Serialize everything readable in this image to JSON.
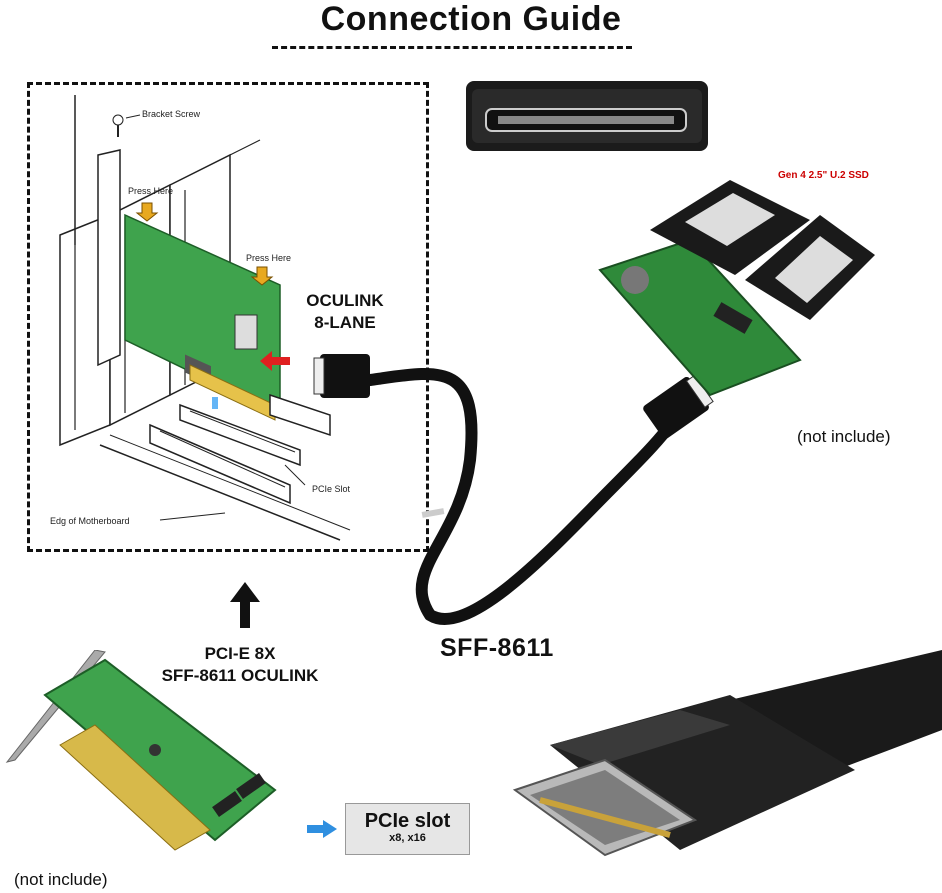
{
  "title": "Connection Guide",
  "install_diagram": {
    "bracket_screw": "Bracket Screw",
    "press_here_1": "Press Here",
    "press_here_2": "Press Here",
    "pcie_slot": "PCIe Slot",
    "edge_of_motherboard": "Edg   of Motherboard"
  },
  "oculink_label_line1": "OCULINK",
  "oculink_label_line2": "8-LANE",
  "ssd_label": "Gen 4 2.5\" U.2 SSD",
  "not_include_right": "(not include)",
  "pcie_card_label_line1": "PCI-E 8X",
  "pcie_card_label_line2": "SFF-8611 OCULINK",
  "cable_label": "SFF-8611",
  "pcie_slot_badge": {
    "line1": "PCIe slot",
    "line2": "x8, x16"
  },
  "not_include_left": "(not include)",
  "colors": {
    "pcb_green": "#3fa34d",
    "cable_black": "#111111",
    "arrow_red": "#e02020",
    "arrow_blue": "#2f8fe0"
  }
}
